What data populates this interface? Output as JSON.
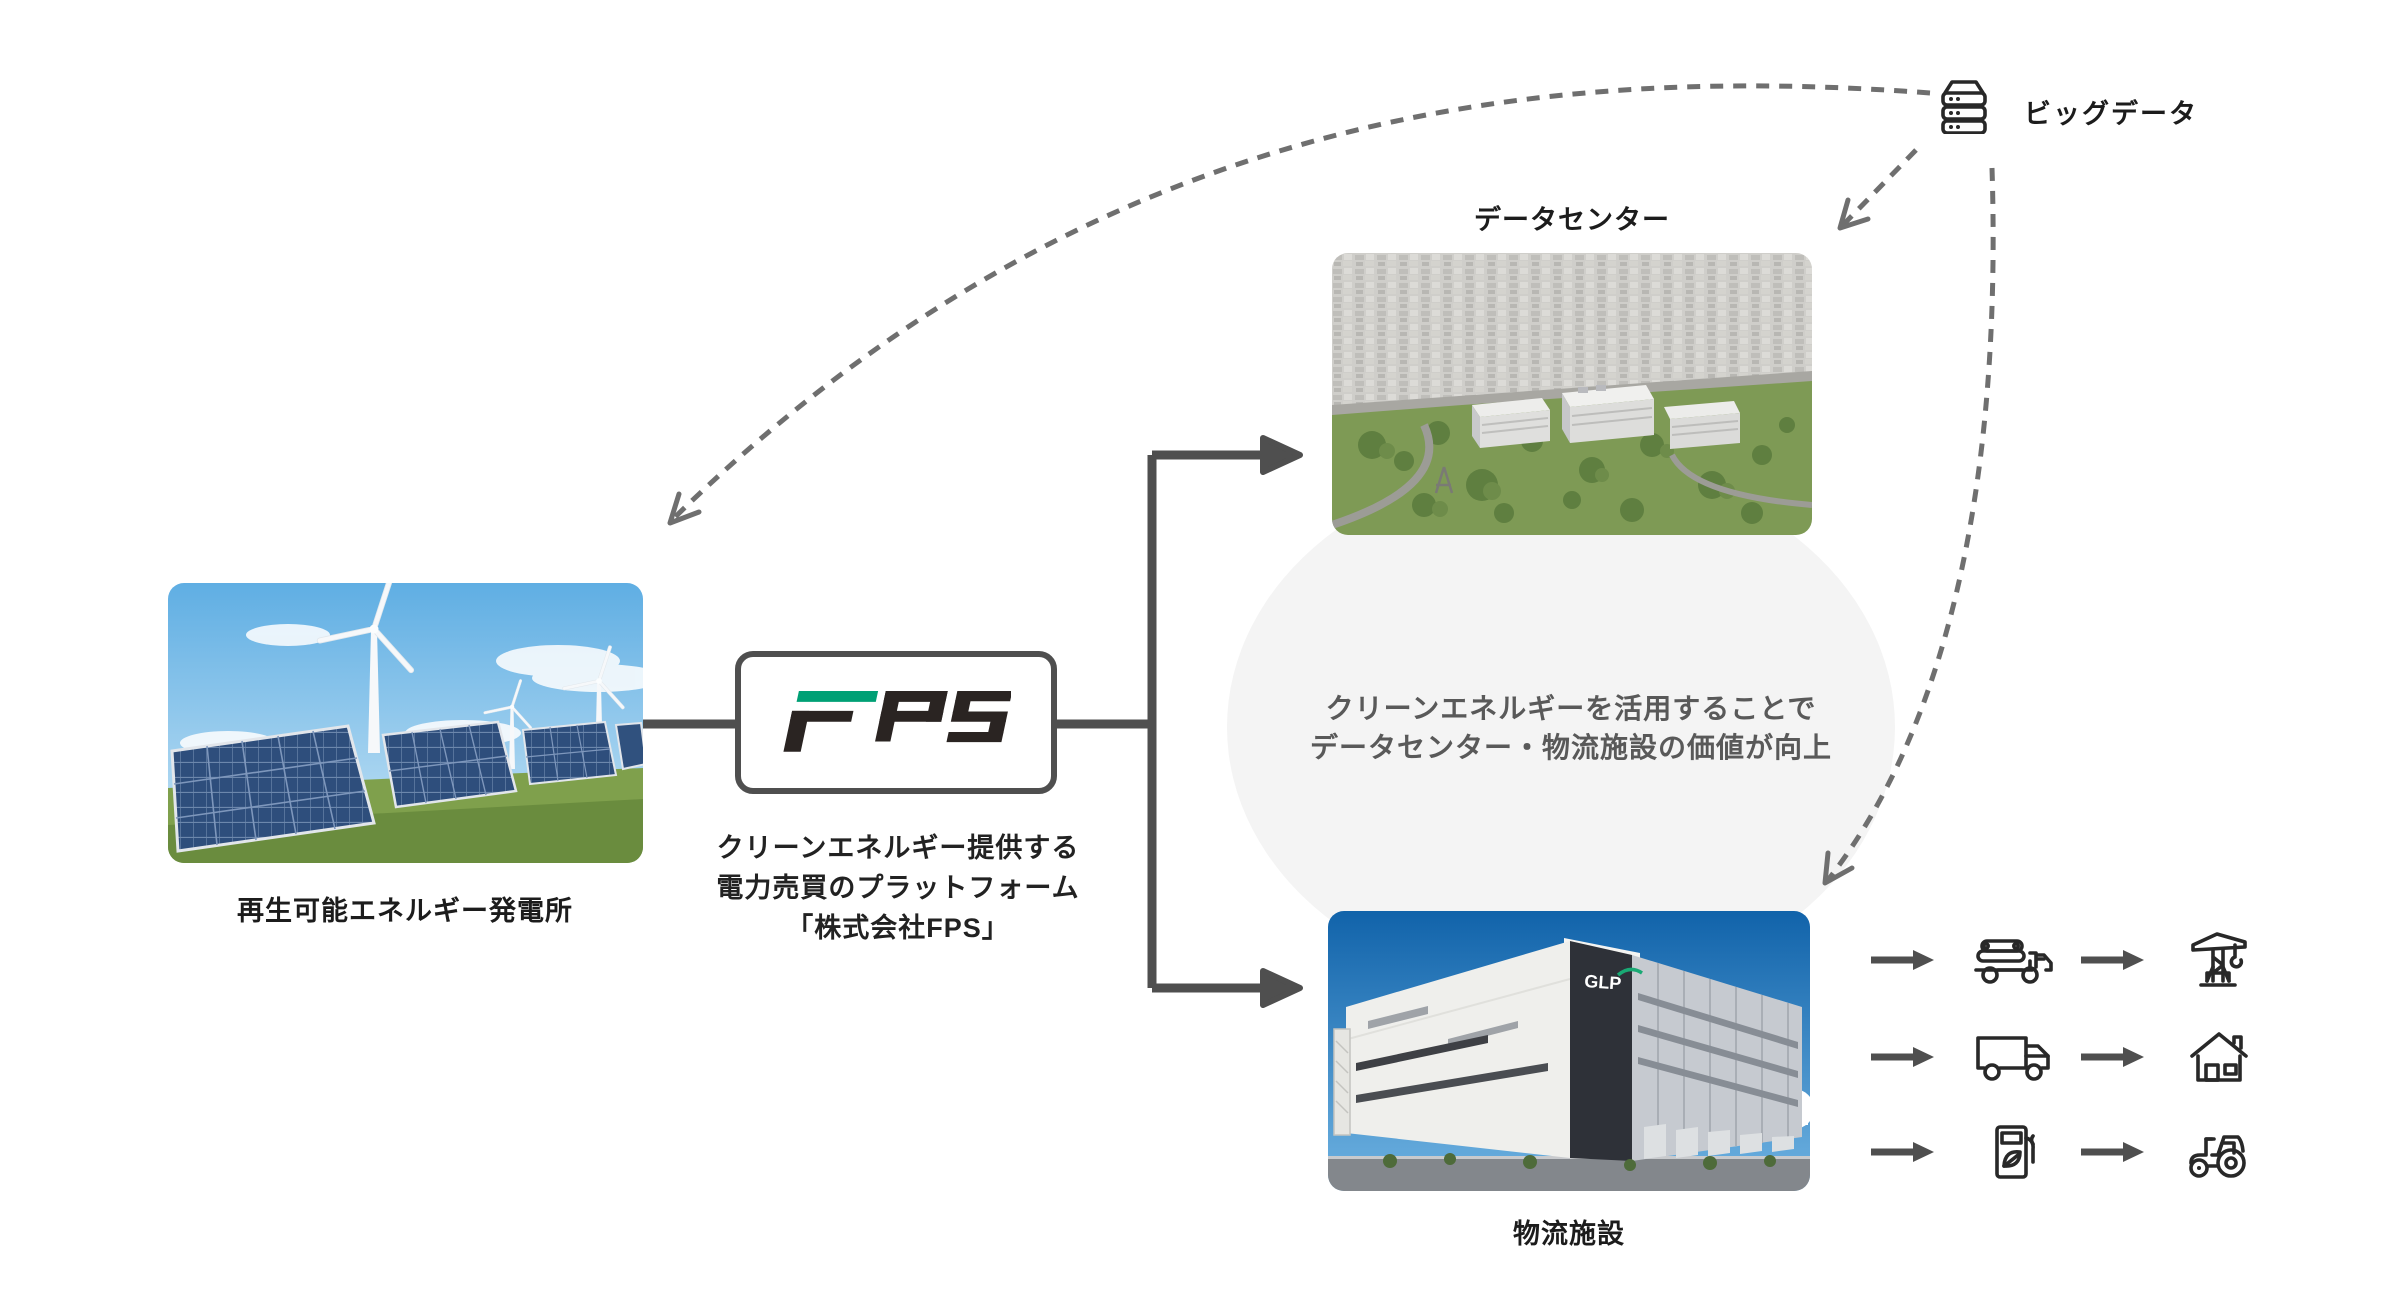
{
  "colors": {
    "accent_green": "#00A075",
    "logo_dark": "#2A2422",
    "line_dark": "#4F4F4F",
    "line_dashed": "#6F6F6F",
    "icon_stroke": "#282828",
    "ellipse_fill": "#F4F4F4",
    "text_dark": "#1C1C1C",
    "text_gray": "#595959"
  },
  "big_data": {
    "label": "ビッグデータ",
    "icon": "server-stack-icon"
  },
  "data_center": {
    "label": "データセンター"
  },
  "renewable_plant": {
    "label": "再生可能エネルギー発電所"
  },
  "logistics_facility": {
    "label": "物流施設",
    "building_brand": "GLP"
  },
  "fps": {
    "logo_text": "FPS",
    "caption": "クリーンエネルギー提供する\n電力売買のプラットフォーム\n「株式会社FPS」"
  },
  "value_circle": {
    "text": "クリーンエネルギーを活用することで\nデータセンター・物流施設の価値が向上"
  },
  "icon_rows": [
    {
      "from_icon": "lumber-truck-icon",
      "to_icon": "tower-crane-icon"
    },
    {
      "from_icon": "delivery-truck-icon",
      "to_icon": "house-icon"
    },
    {
      "from_icon": "biofuel-pump-icon",
      "to_icon": "tractor-icon"
    }
  ]
}
